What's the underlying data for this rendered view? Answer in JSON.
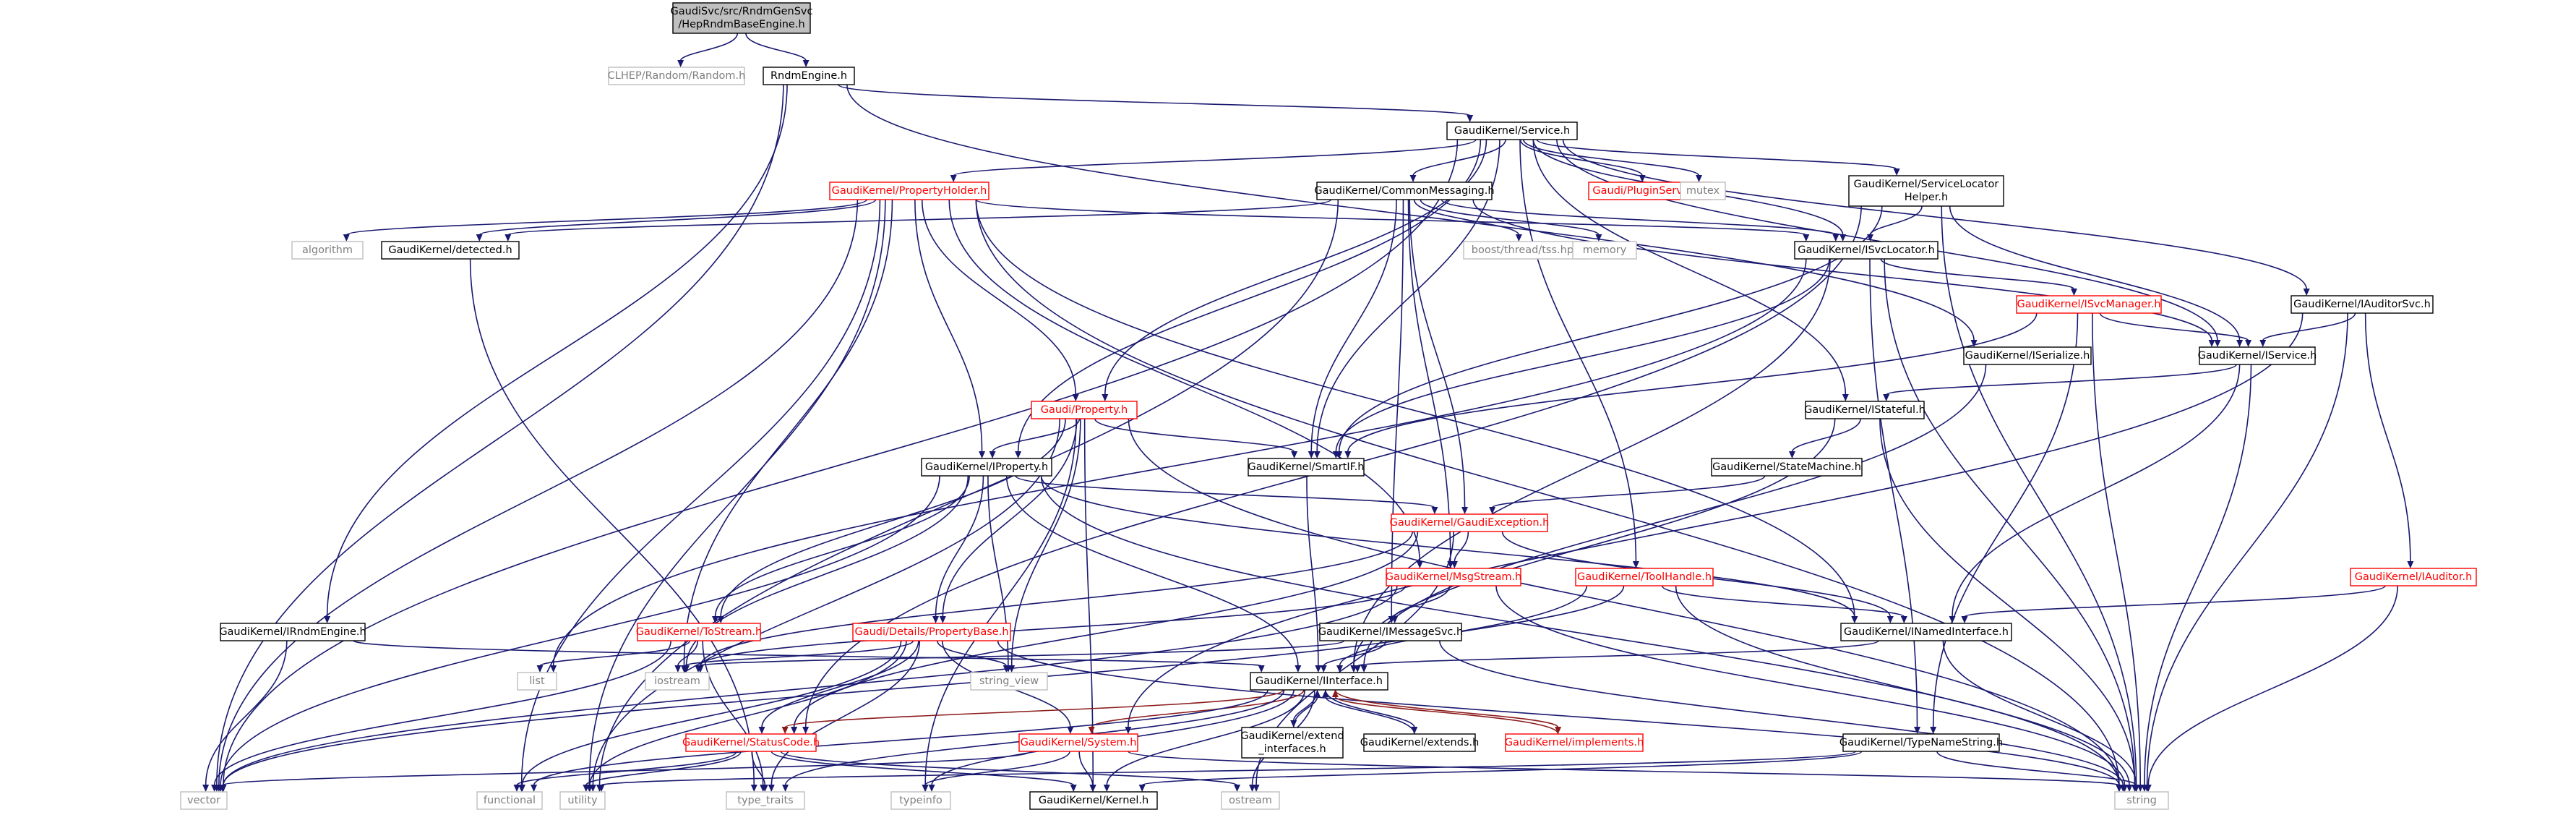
{
  "diagram": {
    "kind": "include-dependency-graph",
    "colors": {
      "edge": "#191970",
      "edge_highlight": "#8b1a1a",
      "node_border": "#000000",
      "node_link_border": "#ff0000",
      "node_system_border": "#bfbfbf",
      "node_current_fill": "#bfbfbf"
    },
    "nodes": [
      {
        "id": "root",
        "lines": [
          "GaudiSvc/src/RndmGenSvc",
          "/HepRndmBaseEngine.h"
        ],
        "style": "current"
      },
      {
        "id": "clhep",
        "lines": [
          "CLHEP/Random/Random.h"
        ],
        "style": "grey"
      },
      {
        "id": "rndmengine",
        "lines": [
          "RndmEngine.h"
        ],
        "style": "black"
      },
      {
        "id": "service",
        "lines": [
          "GaudiKernel/Service.h"
        ],
        "style": "black"
      },
      {
        "id": "propholder",
        "lines": [
          "GaudiKernel/PropertyHolder.h"
        ],
        "style": "red"
      },
      {
        "id": "commonmsg",
        "lines": [
          "GaudiKernel/CommonMessaging.h"
        ],
        "style": "black"
      },
      {
        "id": "pluginsvc",
        "lines": [
          "Gaudi/PluginService.h"
        ],
        "style": "red"
      },
      {
        "id": "mutex",
        "lines": [
          "mutex"
        ],
        "style": "grey"
      },
      {
        "id": "svclocatorhelper",
        "lines": [
          "GaudiKernel/ServiceLocator",
          "Helper.h"
        ],
        "style": "black"
      },
      {
        "id": "algorithm",
        "lines": [
          "algorithm"
        ],
        "style": "grey"
      },
      {
        "id": "detected",
        "lines": [
          "GaudiKernel/detected.h"
        ],
        "style": "black"
      },
      {
        "id": "tss",
        "lines": [
          "boost/thread/tss.hpp"
        ],
        "style": "grey"
      },
      {
        "id": "memory",
        "lines": [
          "memory"
        ],
        "style": "grey"
      },
      {
        "id": "isvclocator",
        "lines": [
          "GaudiKernel/ISvcLocator.h"
        ],
        "style": "black"
      },
      {
        "id": "isvcmanager",
        "lines": [
          "GaudiKernel/ISvcManager.h"
        ],
        "style": "red"
      },
      {
        "id": "iauditorsvc",
        "lines": [
          "GaudiKernel/IAuditorSvc.h"
        ],
        "style": "black"
      },
      {
        "id": "iserialize",
        "lines": [
          "GaudiKernel/ISerialize.h"
        ],
        "style": "black"
      },
      {
        "id": "iservice",
        "lines": [
          "GaudiKernel/IService.h"
        ],
        "style": "black"
      },
      {
        "id": "istateful",
        "lines": [
          "GaudiKernel/IStateful.h"
        ],
        "style": "black"
      },
      {
        "id": "gaudiproperty",
        "lines": [
          "Gaudi/Property.h"
        ],
        "style": "red"
      },
      {
        "id": "iproperty",
        "lines": [
          "GaudiKernel/IProperty.h"
        ],
        "style": "black"
      },
      {
        "id": "smartif",
        "lines": [
          "GaudiKernel/SmartIF.h"
        ],
        "style": "black"
      },
      {
        "id": "statemachine",
        "lines": [
          "GaudiKernel/StateMachine.h"
        ],
        "style": "black"
      },
      {
        "id": "gaudiexception",
        "lines": [
          "GaudiKernel/GaudiException.h"
        ],
        "style": "red"
      },
      {
        "id": "msgstream",
        "lines": [
          "GaudiKernel/MsgStream.h"
        ],
        "style": "red"
      },
      {
        "id": "toolhandle",
        "lines": [
          "GaudiKernel/ToolHandle.h"
        ],
        "style": "red"
      },
      {
        "id": "iauditor",
        "lines": [
          "GaudiKernel/IAuditor.h"
        ],
        "style": "red"
      },
      {
        "id": "irndmengine",
        "lines": [
          "GaudiKernel/IRndmEngine.h"
        ],
        "style": "black"
      },
      {
        "id": "tostream",
        "lines": [
          "GaudiKernel/ToStream.h"
        ],
        "style": "red"
      },
      {
        "id": "propertybase",
        "lines": [
          "Gaudi/Details/PropertyBase.h"
        ],
        "style": "red"
      },
      {
        "id": "imessagesvc",
        "lines": [
          "GaudiKernel/IMessageSvc.h"
        ],
        "style": "black"
      },
      {
        "id": "inamedinterface",
        "lines": [
          "GaudiKernel/INamedInterface.h"
        ],
        "style": "black"
      },
      {
        "id": "list",
        "lines": [
          "list"
        ],
        "style": "grey"
      },
      {
        "id": "iostream",
        "lines": [
          "iostream"
        ],
        "style": "grey"
      },
      {
        "id": "string_view",
        "lines": [
          "string_view"
        ],
        "style": "grey"
      },
      {
        "id": "iinterface",
        "lines": [
          "GaudiKernel/IInterface.h"
        ],
        "style": "black"
      },
      {
        "id": "statuscode",
        "lines": [
          "GaudiKernel/StatusCode.h"
        ],
        "style": "red"
      },
      {
        "id": "system",
        "lines": [
          "GaudiKernel/System.h"
        ],
        "style": "red"
      },
      {
        "id": "extendinterfaces",
        "lines": [
          "GaudiKernel/extend",
          "_interfaces.h"
        ],
        "style": "black"
      },
      {
        "id": "extends",
        "lines": [
          "GaudiKernel/extends.h"
        ],
        "style": "black"
      },
      {
        "id": "implements",
        "lines": [
          "GaudiKernel/implements.h"
        ],
        "style": "red"
      },
      {
        "id": "typenamestring",
        "lines": [
          "GaudiKernel/TypeNameString.h"
        ],
        "style": "black"
      },
      {
        "id": "vector",
        "lines": [
          "vector"
        ],
        "style": "grey"
      },
      {
        "id": "functional",
        "lines": [
          "functional"
        ],
        "style": "grey"
      },
      {
        "id": "utility",
        "lines": [
          "utility"
        ],
        "style": "grey"
      },
      {
        "id": "type_traits",
        "lines": [
          "type_traits"
        ],
        "style": "grey"
      },
      {
        "id": "typeinfo",
        "lines": [
          "typeinfo"
        ],
        "style": "grey"
      },
      {
        "id": "kernel",
        "lines": [
          "GaudiKernel/Kernel.h"
        ],
        "style": "black"
      },
      {
        "id": "ostream",
        "lines": [
          "ostream"
        ],
        "style": "grey"
      },
      {
        "id": "string",
        "lines": [
          "string"
        ],
        "style": "grey"
      }
    ],
    "edges": [
      {
        "from": "root",
        "to": "clhep"
      },
      {
        "from": "root",
        "to": "rndmengine"
      },
      {
        "from": "rndmengine",
        "to": "service"
      },
      {
        "from": "rndmengine",
        "to": "irndmengine"
      },
      {
        "from": "rndmengine",
        "to": "iserialize"
      },
      {
        "from": "rndmengine",
        "to": "vector"
      },
      {
        "from": "service",
        "to": "propholder"
      },
      {
        "from": "service",
        "to": "commonmsg"
      },
      {
        "from": "service",
        "to": "pluginsvc"
      },
      {
        "from": "service",
        "to": "mutex"
      },
      {
        "from": "service",
        "to": "svclocatorhelper"
      },
      {
        "from": "service",
        "to": "isvclocator"
      },
      {
        "from": "service",
        "to": "iservice"
      },
      {
        "from": "service",
        "to": "iauditorsvc"
      },
      {
        "from": "service",
        "to": "istateful"
      },
      {
        "from": "service",
        "to": "gaudiproperty"
      },
      {
        "from": "service",
        "to": "iproperty"
      },
      {
        "from": "service",
        "to": "smartif"
      },
      {
        "from": "service",
        "to": "toolhandle"
      },
      {
        "from": "service",
        "to": "vector"
      },
      {
        "from": "propholder",
        "to": "algorithm"
      },
      {
        "from": "propholder",
        "to": "detected"
      },
      {
        "from": "propholder",
        "to": "gaudiproperty"
      },
      {
        "from": "propholder",
        "to": "iproperty"
      },
      {
        "from": "propholder",
        "to": "msgstream"
      },
      {
        "from": "propholder",
        "to": "isvclocator"
      },
      {
        "from": "propholder",
        "to": "inamedinterface"
      },
      {
        "from": "propholder",
        "to": "iostream"
      },
      {
        "from": "propholder",
        "to": "string"
      },
      {
        "from": "propholder",
        "to": "vector"
      },
      {
        "from": "propholder",
        "to": "functional"
      },
      {
        "from": "propholder",
        "to": "utility"
      },
      {
        "from": "commonmsg",
        "to": "detected"
      },
      {
        "from": "commonmsg",
        "to": "tss"
      },
      {
        "from": "commonmsg",
        "to": "memory"
      },
      {
        "from": "commonmsg",
        "to": "isvclocator"
      },
      {
        "from": "commonmsg",
        "to": "iservice"
      },
      {
        "from": "commonmsg",
        "to": "smartif"
      },
      {
        "from": "commonmsg",
        "to": "msgstream"
      },
      {
        "from": "commonmsg",
        "to": "imessagesvc"
      },
      {
        "from": "commonmsg",
        "to": "gaudiexception"
      },
      {
        "from": "commonmsg",
        "to": "utility"
      },
      {
        "from": "svclocatorhelper",
        "to": "isvclocator"
      },
      {
        "from": "svclocatorhelper",
        "to": "iservice"
      },
      {
        "from": "svclocatorhelper",
        "to": "smartif"
      },
      {
        "from": "svclocatorhelper",
        "to": "statuscode"
      },
      {
        "from": "svclocatorhelper",
        "to": "string"
      },
      {
        "from": "detected",
        "to": "type_traits"
      },
      {
        "from": "isvclocator",
        "to": "isvcmanager"
      },
      {
        "from": "isvclocator",
        "to": "smartif"
      },
      {
        "from": "isvclocator",
        "to": "iinterface"
      },
      {
        "from": "isvclocator",
        "to": "typenamestring"
      },
      {
        "from": "isvclocator",
        "to": "list"
      },
      {
        "from": "isvclocator",
        "to": "string"
      },
      {
        "from": "isvcmanager",
        "to": "iservice"
      },
      {
        "from": "isvcmanager",
        "to": "smartif"
      },
      {
        "from": "isvcmanager",
        "to": "typenamestring"
      },
      {
        "from": "isvcmanager",
        "to": "string"
      },
      {
        "from": "iauditorsvc",
        "to": "iservice"
      },
      {
        "from": "iauditorsvc",
        "to": "iauditor"
      },
      {
        "from": "iauditorsvc",
        "to": "system"
      },
      {
        "from": "iauditorsvc",
        "to": "string"
      },
      {
        "from": "iserialize",
        "to": "iinterface"
      },
      {
        "from": "iservice",
        "to": "istateful"
      },
      {
        "from": "iservice",
        "to": "inamedinterface"
      },
      {
        "from": "iservice",
        "to": "string"
      },
      {
        "from": "istateful",
        "to": "statemachine"
      },
      {
        "from": "istateful",
        "to": "iinterface"
      },
      {
        "from": "istateful",
        "to": "string"
      },
      {
        "from": "statemachine",
        "to": "gaudiexception"
      },
      {
        "from": "gaudiproperty",
        "to": "iproperty"
      },
      {
        "from": "gaudiproperty",
        "to": "smartif"
      },
      {
        "from": "gaudiproperty",
        "to": "propertybase"
      },
      {
        "from": "gaudiproperty",
        "to": "tostream"
      },
      {
        "from": "gaudiproperty",
        "to": "string_view"
      },
      {
        "from": "gaudiproperty",
        "to": "typeinfo"
      },
      {
        "from": "gaudiproperty",
        "to": "kernel"
      },
      {
        "from": "gaudiproperty",
        "to": "string"
      },
      {
        "from": "gaudiproperty",
        "to": "utility"
      },
      {
        "from": "iproperty",
        "to": "iinterface"
      },
      {
        "from": "iproperty",
        "to": "propertybase"
      },
      {
        "from": "iproperty",
        "to": "tostream"
      },
      {
        "from": "iproperty",
        "to": "gaudiexception"
      },
      {
        "from": "iproperty",
        "to": "inamedinterface"
      },
      {
        "from": "iproperty",
        "to": "iostream"
      },
      {
        "from": "iproperty",
        "to": "string_view"
      },
      {
        "from": "iproperty",
        "to": "string"
      },
      {
        "from": "iproperty",
        "to": "vector"
      },
      {
        "from": "smartif",
        "to": "iinterface"
      },
      {
        "from": "gaudiexception",
        "to": "msgstream"
      },
      {
        "from": "gaudiexception",
        "to": "statuscode"
      },
      {
        "from": "gaudiexception",
        "to": "inamedinterface"
      },
      {
        "from": "gaudiexception",
        "to": "iostream"
      },
      {
        "from": "gaudiexception",
        "to": "ostream"
      },
      {
        "from": "msgstream",
        "to": "imessagesvc"
      },
      {
        "from": "msgstream",
        "to": "iostream"
      },
      {
        "from": "msgstream",
        "to": "string"
      },
      {
        "from": "msgstream",
        "to": "vector"
      },
      {
        "from": "toolhandle",
        "to": "inamedinterface"
      },
      {
        "from": "toolhandle",
        "to": "iinterface"
      },
      {
        "from": "toolhandle",
        "to": "string"
      },
      {
        "from": "toolhandle",
        "to": "vector"
      },
      {
        "from": "iauditor",
        "to": "inamedinterface"
      },
      {
        "from": "iauditor",
        "to": "string"
      },
      {
        "from": "irndmengine",
        "to": "iinterface"
      },
      {
        "from": "irndmengine",
        "to": "vector"
      },
      {
        "from": "tostream",
        "to": "list"
      },
      {
        "from": "tostream",
        "to": "iostream"
      },
      {
        "from": "tostream",
        "to": "vector"
      },
      {
        "from": "tostream",
        "to": "type_traits"
      },
      {
        "from": "propertybase",
        "to": "iostream"
      },
      {
        "from": "propertybase",
        "to": "string_view"
      },
      {
        "from": "propertybase",
        "to": "statuscode"
      },
      {
        "from": "propertybase",
        "to": "system"
      },
      {
        "from": "propertybase",
        "to": "string"
      },
      {
        "from": "propertybase",
        "to": "functional"
      },
      {
        "from": "propertybase",
        "to": "utility"
      },
      {
        "from": "propertybase",
        "to": "type_traits"
      },
      {
        "from": "imessagesvc",
        "to": "iinterface"
      },
      {
        "from": "imessagesvc",
        "to": "iostream"
      },
      {
        "from": "imessagesvc",
        "to": "string"
      },
      {
        "from": "inamedinterface",
        "to": "iinterface"
      },
      {
        "from": "inamedinterface",
        "to": "string"
      },
      {
        "from": "iinterface",
        "to": "statuscode"
      },
      {
        "from": "iinterface",
        "to": "system"
      },
      {
        "from": "iinterface",
        "to": "extendinterfaces"
      },
      {
        "from": "iinterface",
        "to": "extends"
      },
      {
        "from": "iinterface",
        "to": "implements"
      },
      {
        "from": "iinterface",
        "to": "kernel"
      },
      {
        "from": "iinterface",
        "to": "ostream"
      },
      {
        "from": "iinterface",
        "to": "typeinfo"
      },
      {
        "from": "iinterface",
        "to": "type_traits"
      },
      {
        "from": "iinterface",
        "to": "functional"
      },
      {
        "from": "statuscode",
        "to": "kernel"
      },
      {
        "from": "statuscode",
        "to": "type_traits"
      },
      {
        "from": "statuscode",
        "to": "ostream"
      },
      {
        "from": "statuscode",
        "to": "functional"
      },
      {
        "from": "statuscode",
        "to": "utility"
      },
      {
        "from": "system",
        "to": "kernel"
      },
      {
        "from": "system",
        "to": "typeinfo"
      },
      {
        "from": "system",
        "to": "string"
      },
      {
        "from": "system",
        "to": "vector"
      },
      {
        "from": "extendinterfaces",
        "to": "iinterface"
      },
      {
        "from": "extends",
        "to": "iinterface"
      },
      {
        "from": "implements",
        "to": "iinterface"
      },
      {
        "from": "typenamestring",
        "to": "kernel"
      },
      {
        "from": "typenamestring",
        "to": "string"
      },
      {
        "from": "typenamestring",
        "to": "utility"
      }
    ]
  }
}
